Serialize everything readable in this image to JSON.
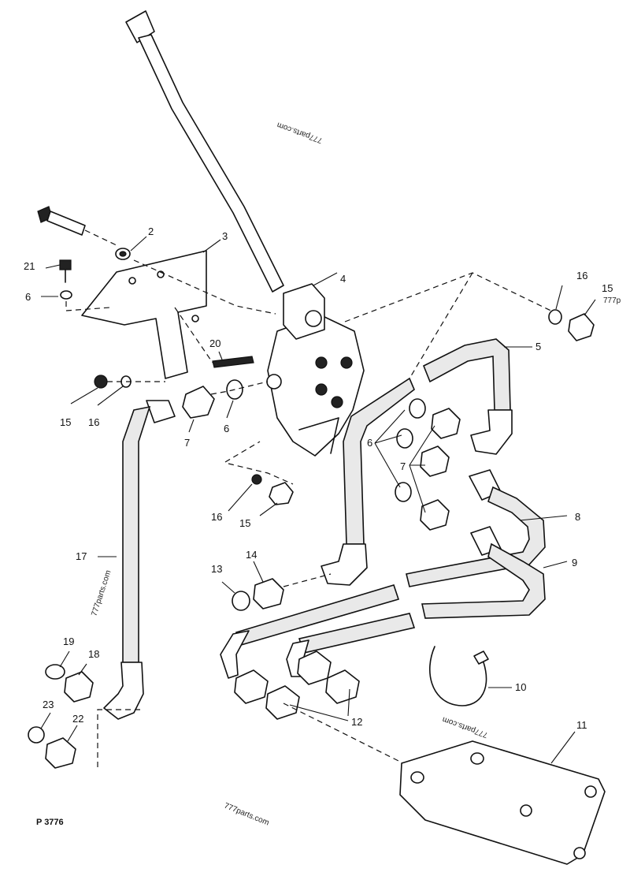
{
  "diagram": {
    "reference_code": "P 3776",
    "watermarks": [
      "777parts.com",
      "777parts.com",
      "777parts.com",
      "777parts.com",
      "777p"
    ],
    "callouts": [
      "2",
      "3",
      "4",
      "5",
      "6",
      "6",
      "6",
      "7",
      "7",
      "8",
      "9",
      "10",
      "11",
      "12",
      "13",
      "14",
      "15",
      "15",
      "15",
      "16",
      "16",
      "16",
      "17",
      "18",
      "19",
      "20",
      "21",
      "22",
      "23"
    ]
  }
}
